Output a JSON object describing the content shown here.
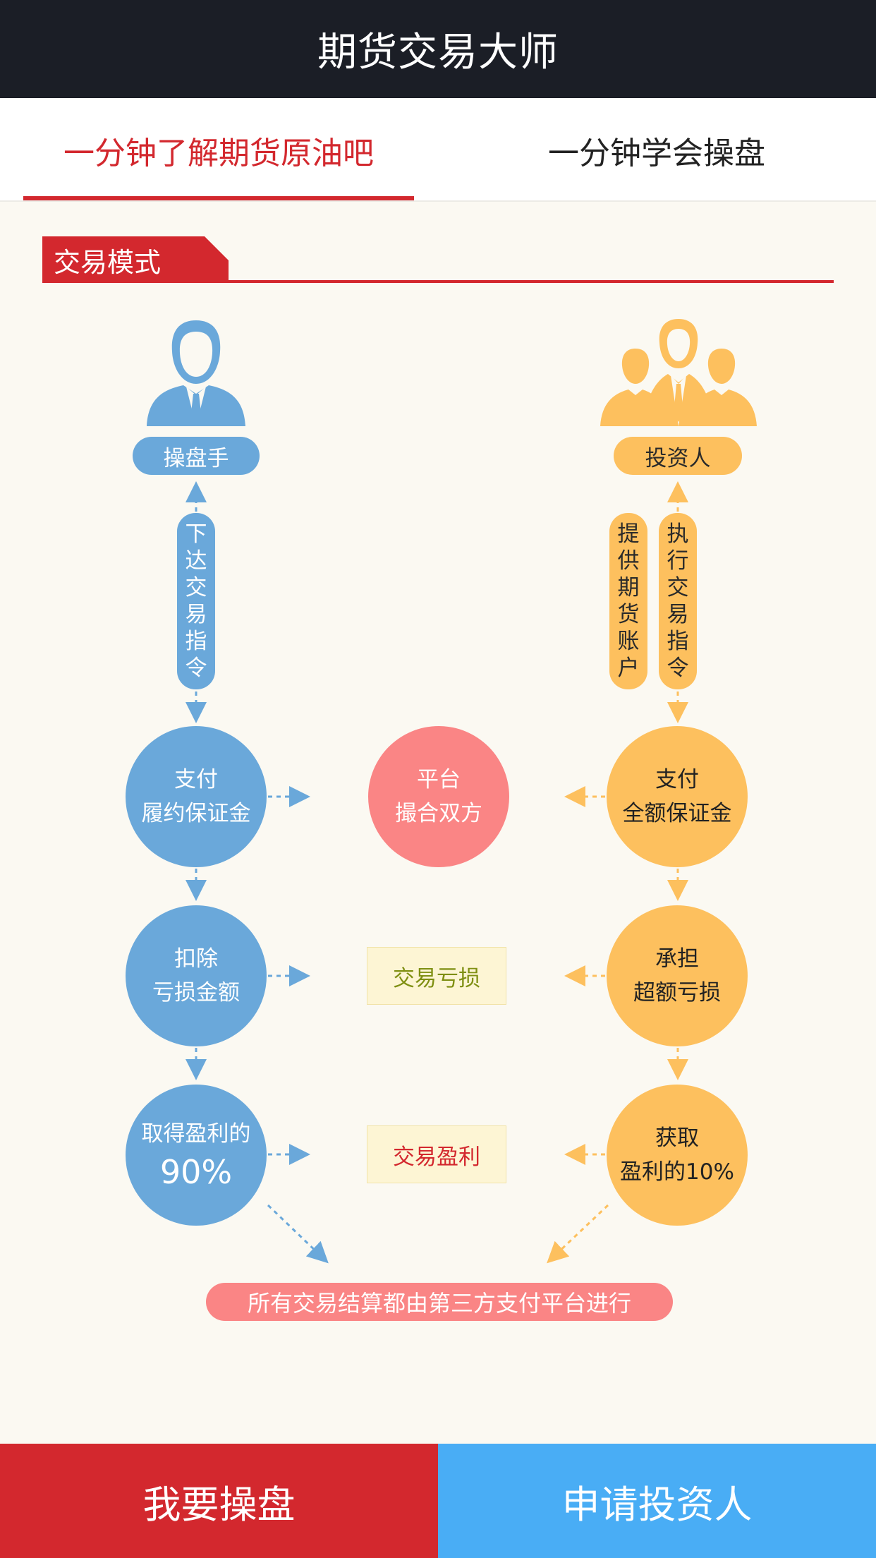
{
  "header": {
    "title": "期货交易大师"
  },
  "tabs": [
    {
      "label": "一分钟了解期货原油吧",
      "active": true
    },
    {
      "label": "一分钟学会操盘",
      "active": false
    }
  ],
  "section": {
    "title": "交易模式"
  },
  "roles": {
    "trader": "操盘手",
    "investor": "投资人"
  },
  "vertical_labels": {
    "trader_order": [
      "下",
      "达",
      "交",
      "易",
      "指",
      "令"
    ],
    "investor_provide": [
      "提",
      "供",
      "期",
      "货",
      "账",
      "户"
    ],
    "investor_execute": [
      "执",
      "行",
      "交",
      "易",
      "指",
      "令"
    ]
  },
  "circles": {
    "trader_pay": {
      "line1": "支付",
      "line2": "履约保证金"
    },
    "platform": {
      "line1": "平台",
      "line2": "撮合双方"
    },
    "investor_pay": {
      "line1": "支付",
      "line2": "全额保证金"
    },
    "trader_deduct": {
      "line1": "扣除",
      "line2": "亏损金额"
    },
    "investor_bear": {
      "line1": "承担",
      "line2": "超额亏损"
    },
    "trader_profit": {
      "line1": "取得盈利的",
      "line2": "90%"
    },
    "investor_profit": {
      "line1": "获取",
      "line2": "盈利的10%"
    }
  },
  "boxes": {
    "loss": "交易亏损",
    "profit": "交易盈利"
  },
  "note": "所有交易结算都由第三方支付平台进行",
  "buttons": {
    "trade": "我要操盘",
    "apply": "申请投资人"
  },
  "colors": {
    "red": "#d3282e",
    "blue": "#6aa8da",
    "orange": "#fdc05e",
    "pink": "#fa8585",
    "dark": "#1b1e26",
    "cta_blue": "#49adf5"
  }
}
